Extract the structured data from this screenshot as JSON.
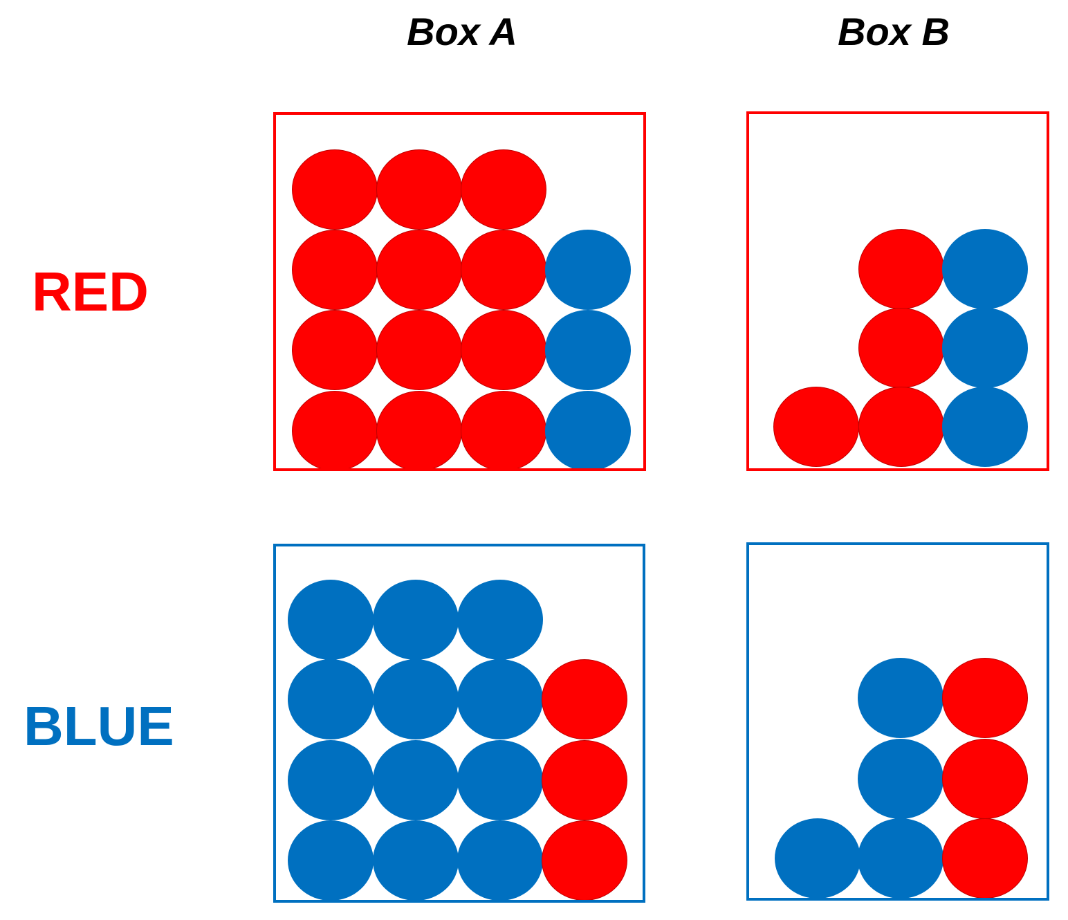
{
  "headers": {
    "box_a": "Box A",
    "box_b": "Box B"
  },
  "rows": {
    "red": {
      "label": "RED",
      "color": "#ff0000",
      "box_a": {
        "border_color": "#ff0000",
        "balls": [
          [
            "red",
            "red",
            "red",
            null
          ],
          [
            "red",
            "red",
            "red",
            "blue"
          ],
          [
            "red",
            "red",
            "red",
            "blue"
          ],
          [
            "red",
            "red",
            "red",
            "blue"
          ]
        ]
      },
      "box_b": {
        "border_color": "#ff0000",
        "balls": [
          [
            null,
            null,
            null
          ],
          [
            null,
            "red",
            "blue"
          ],
          [
            null,
            "red",
            "blue"
          ],
          [
            "red",
            "red",
            "blue"
          ]
        ]
      }
    },
    "blue": {
      "label": "BLUE",
      "color": "#0070c0",
      "box_a": {
        "border_color": "#0070c0",
        "balls": [
          [
            "blue",
            "blue",
            "blue",
            null
          ],
          [
            "blue",
            "blue",
            "blue",
            "red"
          ],
          [
            "blue",
            "blue",
            "blue",
            "red"
          ],
          [
            "blue",
            "blue",
            "blue",
            "red"
          ]
        ]
      },
      "box_b": {
        "border_color": "#0070c0",
        "balls": [
          [
            null,
            null,
            null
          ],
          [
            null,
            "blue",
            "red"
          ],
          [
            null,
            "blue",
            "red"
          ],
          [
            "blue",
            "blue",
            "red"
          ]
        ]
      }
    }
  },
  "colors": {
    "red": "#ff0000",
    "blue": "#0070c0"
  }
}
